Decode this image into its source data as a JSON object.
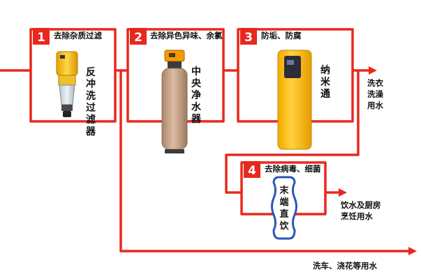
{
  "colors": {
    "pipe": "#e8281e",
    "tank_body": "#c9a487",
    "appliance": "#f7be12"
  },
  "stages": [
    {
      "number": "1",
      "title": "去除杂质过滤",
      "device": [
        "反",
        "冲",
        "洗",
        "过",
        "滤",
        "器"
      ]
    },
    {
      "number": "2",
      "title": "去除异色异味、余氯",
      "device": [
        "中",
        "央",
        "净",
        "水",
        "器"
      ]
    },
    {
      "number": "3",
      "title": "防垢、防腐",
      "device": [
        "纳",
        "米",
        "通"
      ]
    },
    {
      "number": "4",
      "title": "去除病毒、细菌",
      "device": [
        "末",
        "端",
        "直",
        "饮"
      ]
    }
  ],
  "outlets": {
    "laundry": [
      "洗衣",
      "洗澡",
      "用水"
    ],
    "drinking": [
      "饮水及厨房",
      "烹饪用水"
    ],
    "car_flower": "洗车、浇花等用水"
  },
  "icons": [
    "arrow-icon",
    "water-filter-icon",
    "softener-tank-icon",
    "appliance-cabinet-icon",
    "tube-filter-icon"
  ]
}
